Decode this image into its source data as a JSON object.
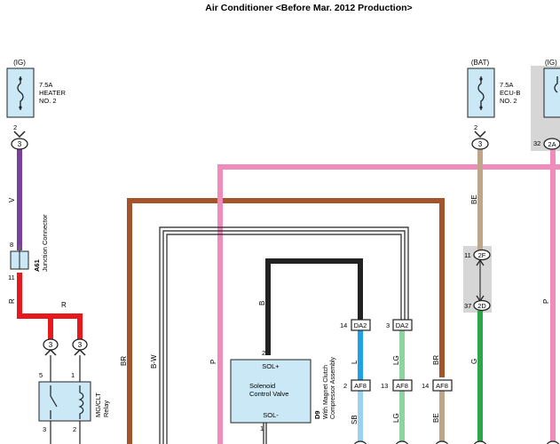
{
  "title": "Air Conditioner <Before Mar. 2012 Production>",
  "colors": {
    "violet": "#7b3fa0",
    "red": "#e8191d",
    "brown": "#a5532b",
    "pink": "#f08cbc",
    "beige": "#bfa68a",
    "green": "#2aa84a",
    "black": "#222222",
    "sky_blue": "#1fa1e8",
    "light_green": "#8fd3a2",
    "light_blue": "#9bd3ee",
    "fuse_fill": "#cbe8f6",
    "gray_block": "#d6d6d6"
  },
  "fuses": {
    "heater": {
      "source": "(IG)",
      "rating": "7.5A",
      "name1": "HEATER",
      "name2": "NO. 2",
      "pin": "2",
      "connector": "3"
    },
    "ecub": {
      "source": "(BAT)",
      "rating": "7.5A",
      "name1": "ECU-B",
      "name2": "NO. 2",
      "pin": "2",
      "connector": "3"
    },
    "right": {
      "source": "(IG)",
      "pin": "32",
      "connector": "2A"
    }
  },
  "wires": {
    "v": "V",
    "r1": "R",
    "r2": "R",
    "br": "BR",
    "b_w": "B-W",
    "p1": "P",
    "p2": "P",
    "be1": "BE",
    "be2": "BE",
    "g": "G",
    "b": "B",
    "l": "L",
    "lg1": "LG",
    "lg2": "LG",
    "sb": "SB",
    "br2": "BR"
  },
  "junction": {
    "id": "A61",
    "name": "Junction Connector",
    "pin_top": "8",
    "pin_bottom": "11"
  },
  "relay": {
    "name1": "MG/CLT",
    "name2": "Relay",
    "pin_top_left": "3",
    "pin_top_right": "3",
    "pin5": "5",
    "pin1": "1",
    "pin3": "3",
    "pin2": "2"
  },
  "solenoid": {
    "id": "D9",
    "name1": "Solenoid",
    "name2": "Control Valve",
    "terminal_plus": "SOL+",
    "terminal_minus": "SOL-",
    "pin_plus": "2",
    "pin_minus": "1",
    "assembly1": "With Magnet Clutch",
    "assembly2": "Compressor Assembly"
  },
  "connectors": {
    "da2_left": {
      "pin": "14",
      "label": "DA2"
    },
    "da2_right": {
      "pin": "3",
      "label": "DA2"
    },
    "af8_1": {
      "pin": "2",
      "label": "AF8"
    },
    "af8_2": {
      "pin": "13",
      "label": "AF8"
    },
    "af8_3": {
      "pin": "14",
      "label": "AF8"
    },
    "c2f": {
      "pin": "11",
      "label": "2F"
    },
    "c2d": {
      "pin": "37",
      "label": "2D"
    }
  }
}
